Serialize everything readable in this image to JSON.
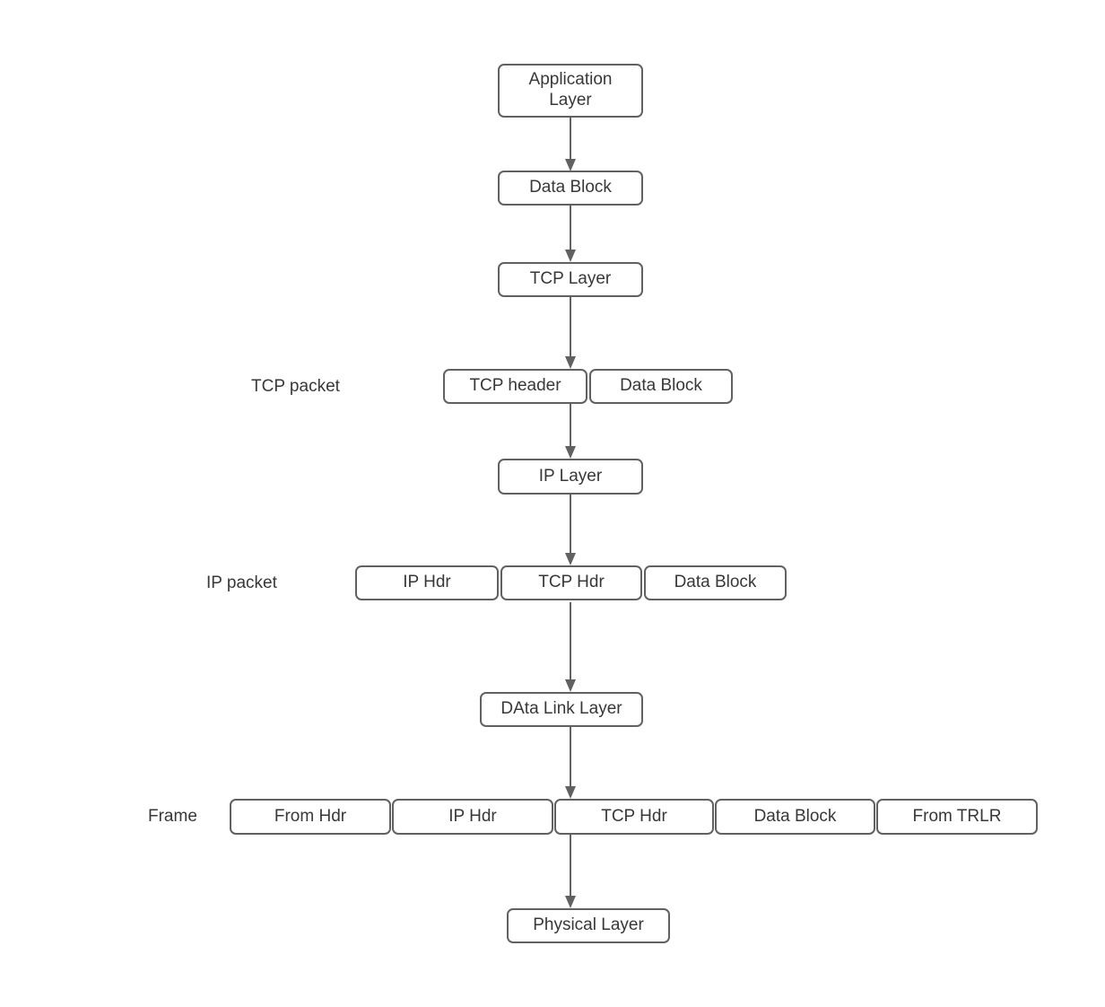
{
  "nodes": {
    "application_layer": "Application Layer",
    "data_block_top": "Data Block",
    "tcp_layer": "TCP Layer",
    "tcp_header": "TCP header",
    "tcp_data_block": "Data Block",
    "ip_layer": "IP Layer",
    "ip_hdr": "IP Hdr",
    "ip_tcp_hdr": "TCP Hdr",
    "ip_data_block": "Data Block",
    "data_link_layer": "DAta Link Layer",
    "frame_from_hdr": "From Hdr",
    "frame_ip_hdr": "IP Hdr",
    "frame_tcp_hdr": "TCP Hdr",
    "frame_data_block": "Data Block",
    "frame_from_trlr": "From TRLR",
    "physical_layer": "Physical Layer"
  },
  "row_labels": {
    "tcp_packet": "TCP packet",
    "ip_packet": "IP packet",
    "frame": "Frame"
  },
  "colors": {
    "background": "#ffffff",
    "box_border": "#616161",
    "box_fill": "#ffffff",
    "text": "#383838",
    "arrow": "#616161"
  }
}
